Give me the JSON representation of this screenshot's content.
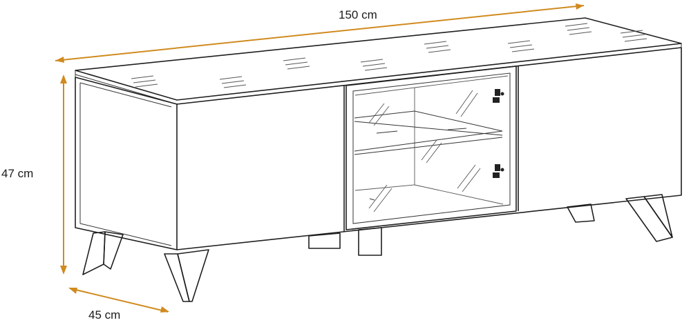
{
  "dimensions": {
    "width_label": "150 cm",
    "height_label": "47 cm",
    "depth_label": "45 cm",
    "color": "#d08a1e"
  },
  "colors": {
    "line": "#1e1e1e",
    "background": "#ffffff"
  }
}
